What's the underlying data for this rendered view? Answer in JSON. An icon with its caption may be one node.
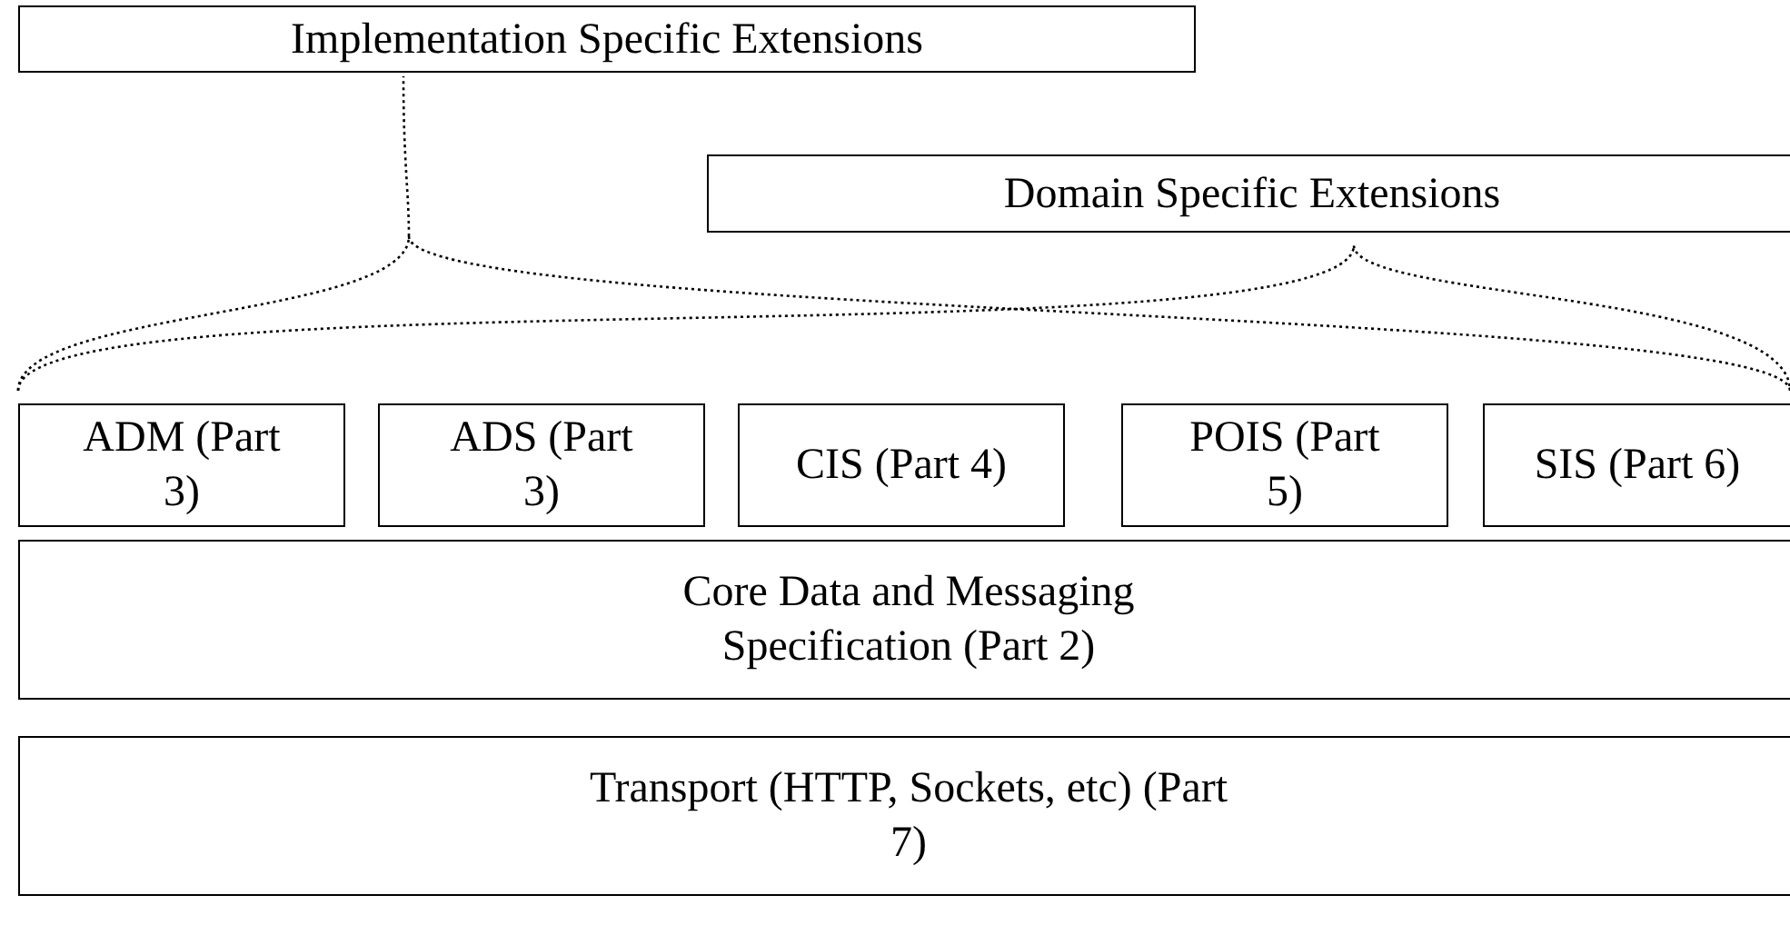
{
  "diagram": {
    "nodes": [
      {
        "text": [
          "Implementation Specific Extensions"
        ]
      },
      {
        "text": [
          "Domain Specific Extensions"
        ]
      },
      {
        "text": [
          "ADM (Part 3)"
        ]
      },
      {
        "text": [
          "ADS (Part 3)"
        ]
      },
      {
        "text": [
          "CIS (Part 4)"
        ]
      },
      {
        "text": [
          "POIS (Part 5)"
        ]
      },
      {
        "text": [
          "SIS (Part 6)"
        ]
      },
      {
        "text": [
          "Core Data and Messaging Specification (Part 2)"
        ]
      },
      {
        "text": [
          "Transport (HTTP, Sockets, etc) (Part 7)"
        ]
      }
    ]
  }
}
